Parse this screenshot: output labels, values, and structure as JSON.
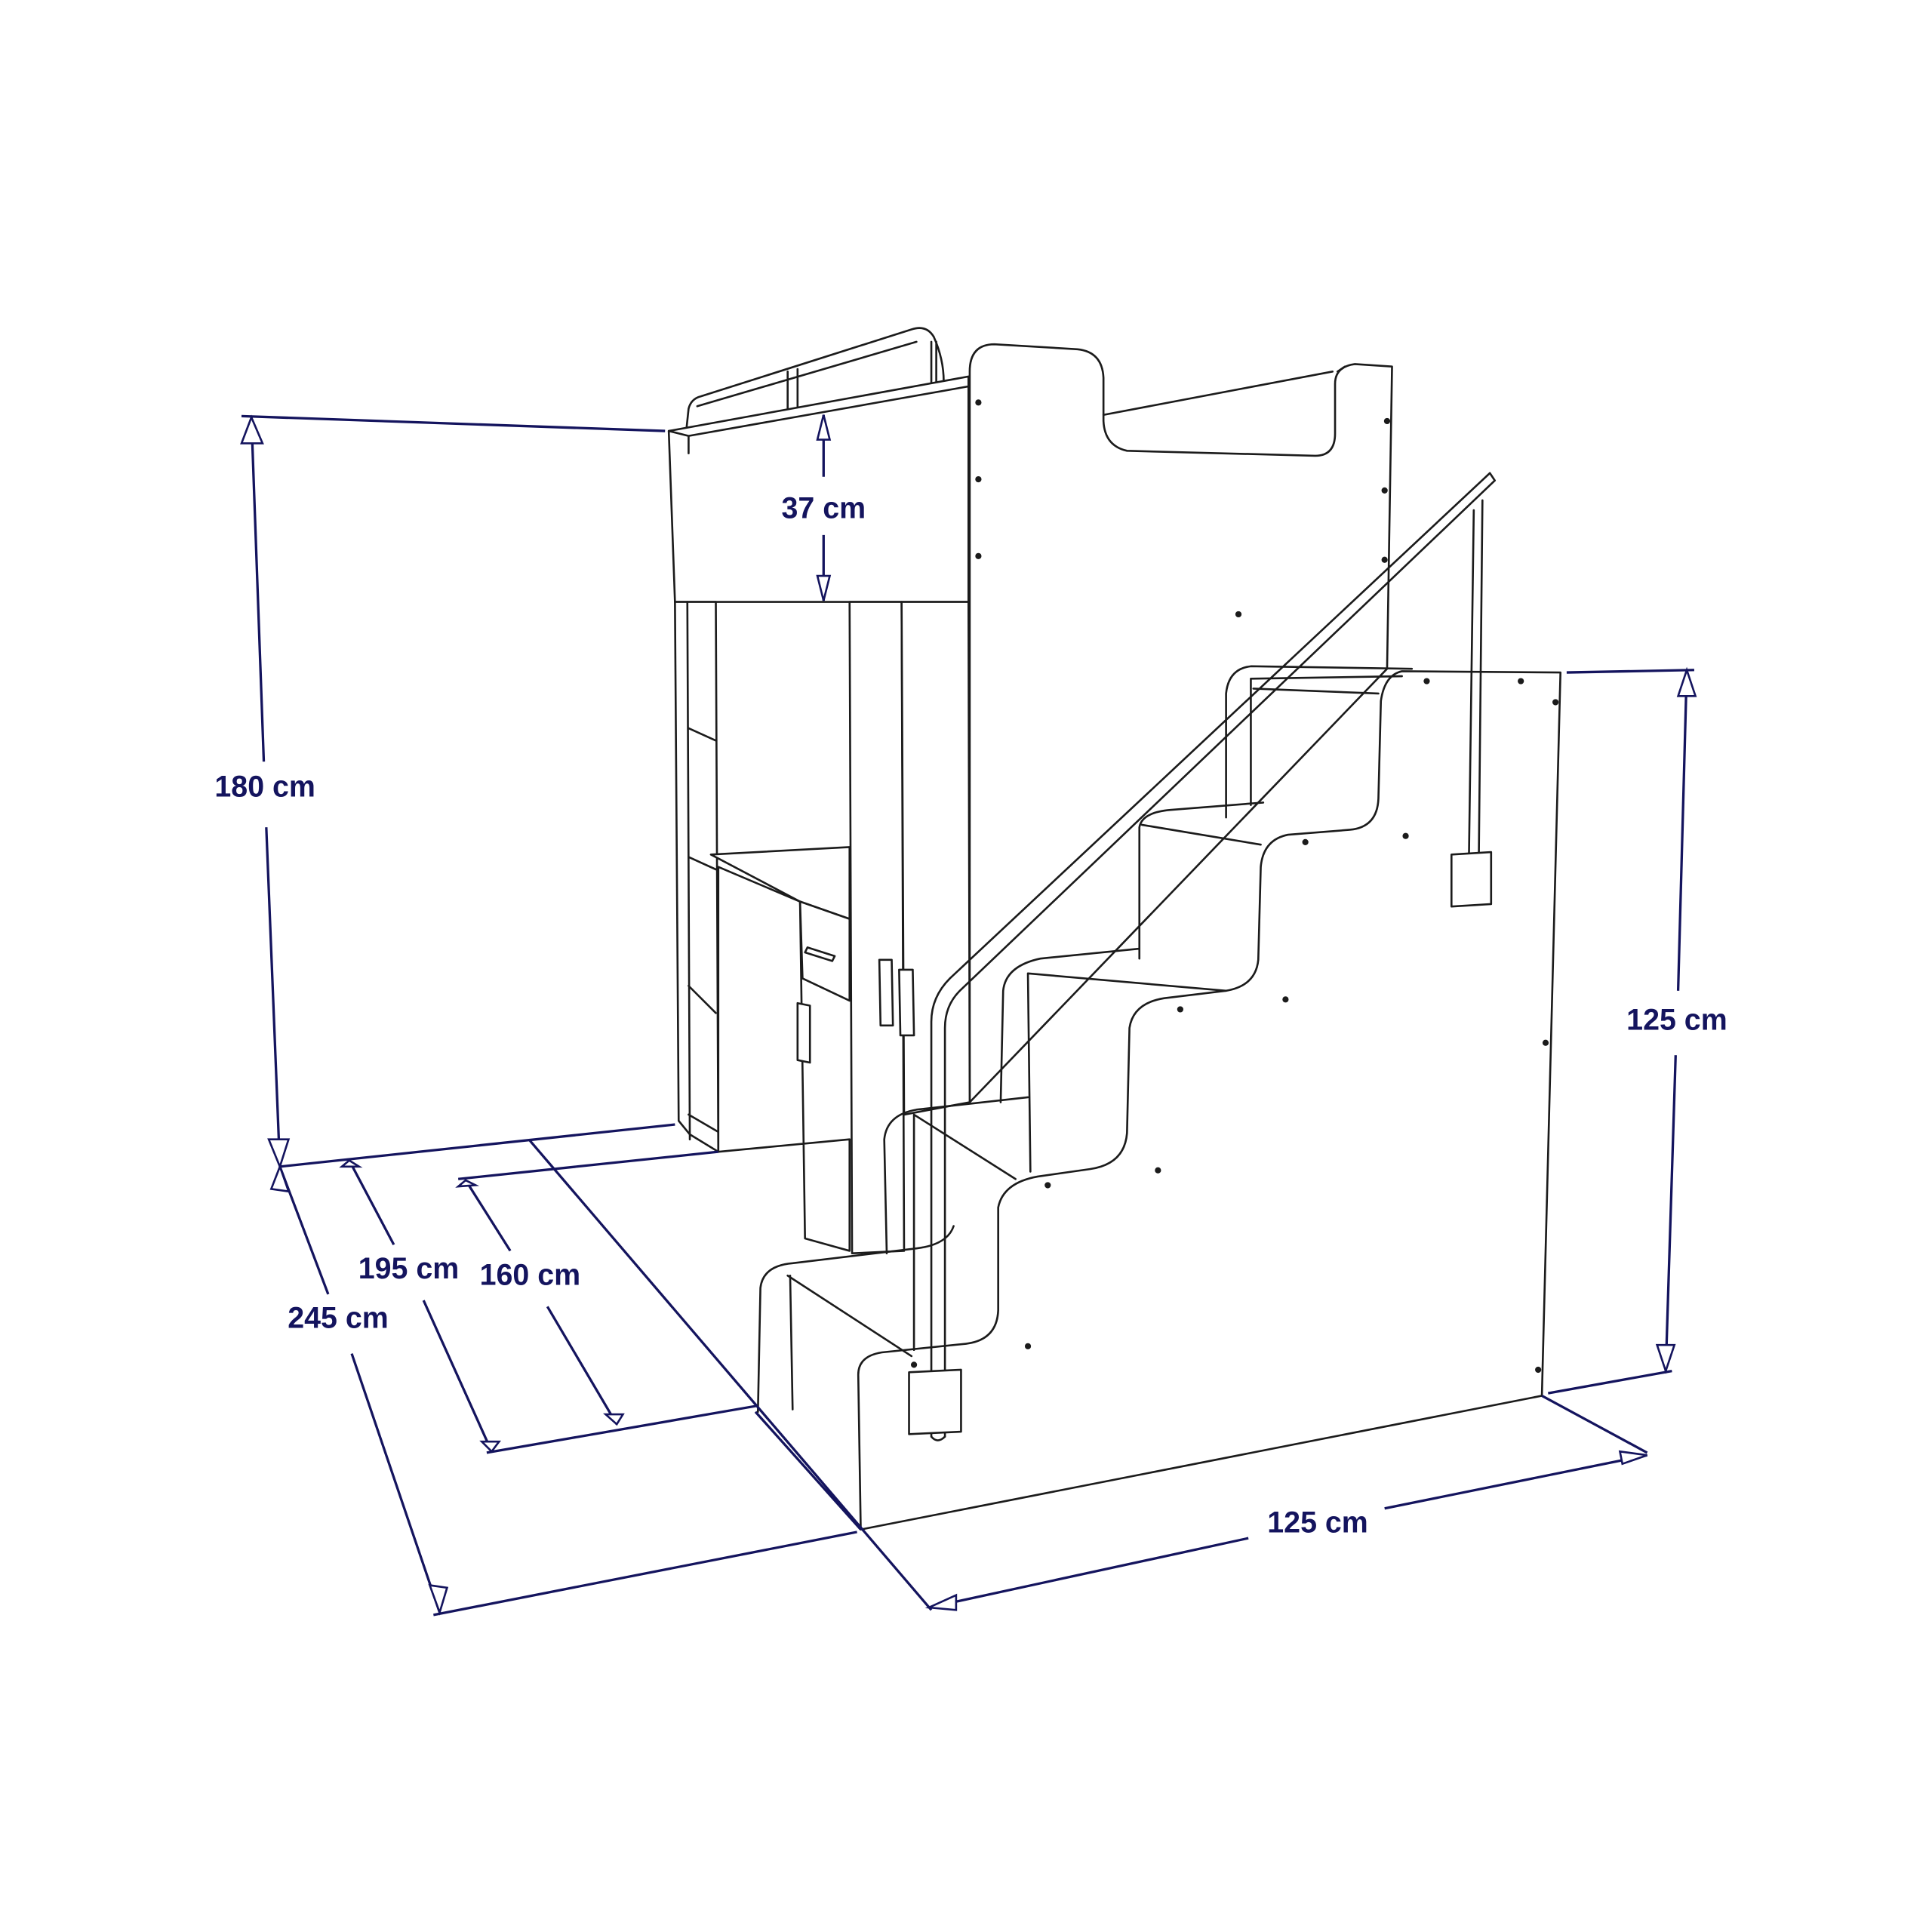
{
  "title": "Loft bed with wardrobe, desk and staircase – dimensions",
  "colors": {
    "dimension": "#14145e",
    "outline": "#1b1b1b"
  },
  "dimensions": {
    "total_height": "180 cm",
    "guard_height": "37 cm",
    "length_195": "195 cm",
    "length_160": "160 cm",
    "total_length": "245 cm",
    "stairs_height": "125 cm",
    "stairs_depth": "125 cm"
  }
}
